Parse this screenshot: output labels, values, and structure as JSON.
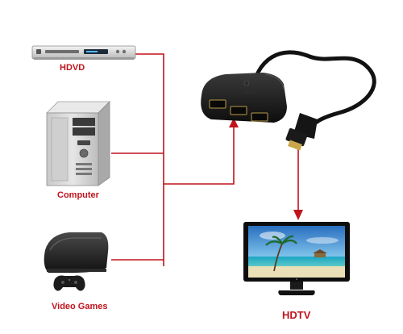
{
  "devices": {
    "hdvd": {
      "label": "HDVD"
    },
    "computer": {
      "label": "Computer"
    },
    "games": {
      "label": "Video Games"
    },
    "tv": {
      "label": "HDTV"
    }
  },
  "colors": {
    "connector_line": "#c0141c",
    "label_text": "#c0141c",
    "switch_body": "#161616",
    "cable": "#121212",
    "screen_sky_top": "#2f7fc8",
    "screen_sea": "#1fa0c0",
    "beach_sand": "#e9e0b8",
    "computer_case": "#d9d9d9"
  },
  "icons": {
    "source_1": "dvd-player-icon",
    "source_2": "desktop-computer-icon",
    "source_3": "game-console-icon",
    "hub": "hdmi-switch-icon",
    "output": "monitor-icon"
  }
}
